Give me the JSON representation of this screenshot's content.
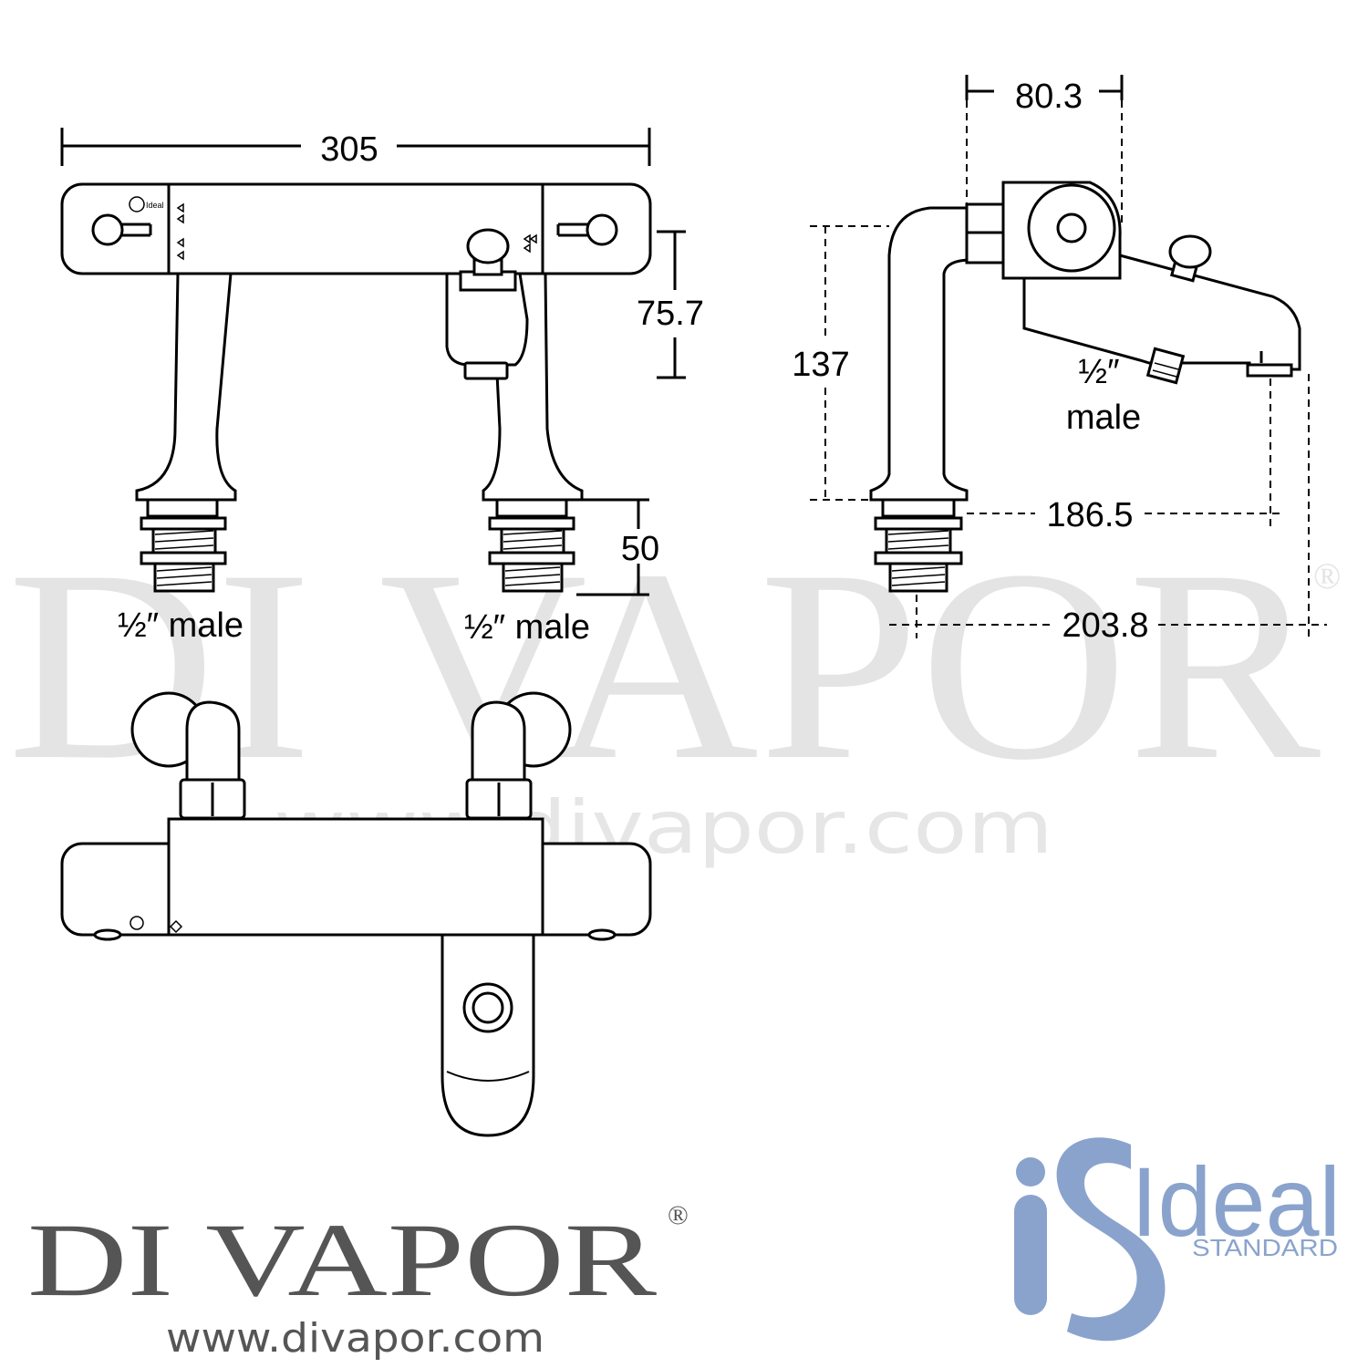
{
  "watermark": {
    "text": "DI VAPOR",
    "registered": "®",
    "url": "www.divapor.com"
  },
  "front_view": {
    "width_dim": "305",
    "spout_height_dim": "75.7",
    "thread_length_dim": "50",
    "left_inlet_label": "½″ male",
    "right_inlet_label": "½″ male"
  },
  "side_view": {
    "top_dim": "80.3",
    "height_dim": "137",
    "outlet_label_fraction": "½″",
    "outlet_label_word": "male",
    "depth_dim": "186.5",
    "overall_depth_dim": "203.8"
  },
  "footer": {
    "brand_name": "DI VAPOR",
    "brand_registered": "®",
    "brand_url": "www.divapor.com",
    "manufacturer_word": "Ideal",
    "manufacturer_sub": "STANDARD"
  },
  "colors": {
    "line": "#000000",
    "watermark": "#e4e4e4",
    "brand_text": "#555555",
    "manufacturer_blue": "#8aa3cd"
  }
}
